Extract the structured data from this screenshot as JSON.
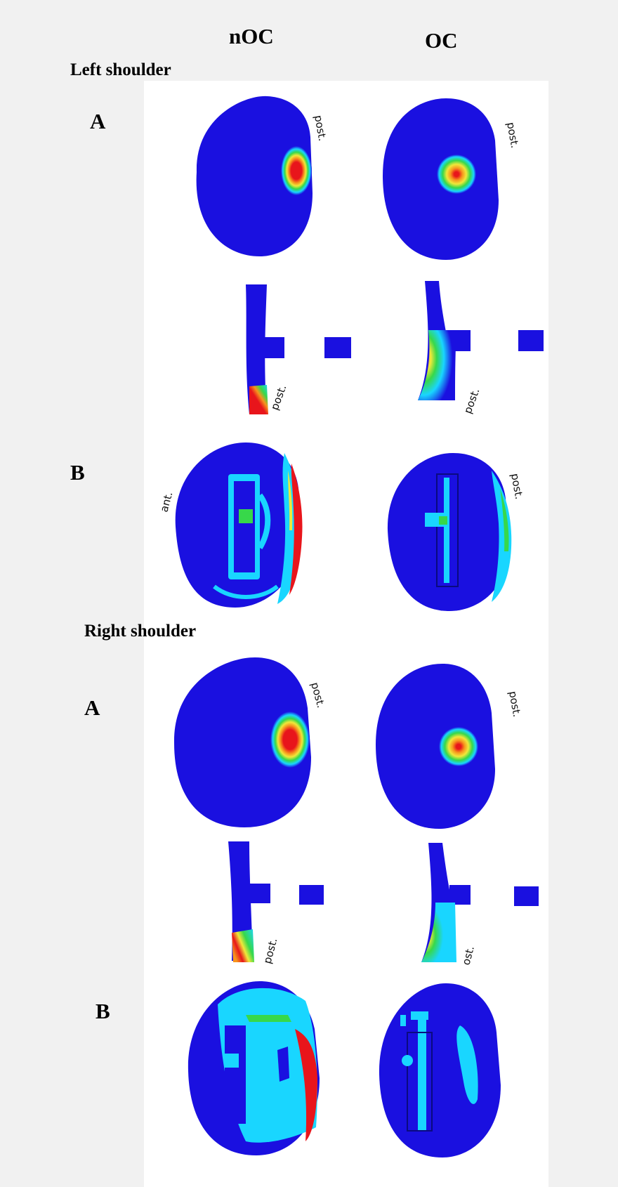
{
  "columns": [
    "nOC",
    "OC"
  ],
  "sections": [
    {
      "title": "Left shoulder",
      "rows": [
        {
          "label": "A",
          "nOC_view1": "post.",
          "OC_view1": "post.",
          "nOC_view2": "post.",
          "OC_view2": "post."
        },
        {
          "label": "B",
          "nOC": "ant.",
          "OC": "post."
        }
      ]
    },
    {
      "title": "Right shoulder",
      "rows": [
        {
          "label": "A",
          "nOC_view1": "post.",
          "OC_view1": "post.",
          "nOC_view2": "post.",
          "OC_view2": "ost."
        },
        {
          "label": "B"
        }
      ]
    }
  ],
  "colors": {
    "low": "#1a10e0",
    "cyan": "#19d6ff",
    "green": "#37d84a",
    "yellow": "#f0e83a",
    "orange": "#f7941d",
    "red": "#e8151b"
  }
}
